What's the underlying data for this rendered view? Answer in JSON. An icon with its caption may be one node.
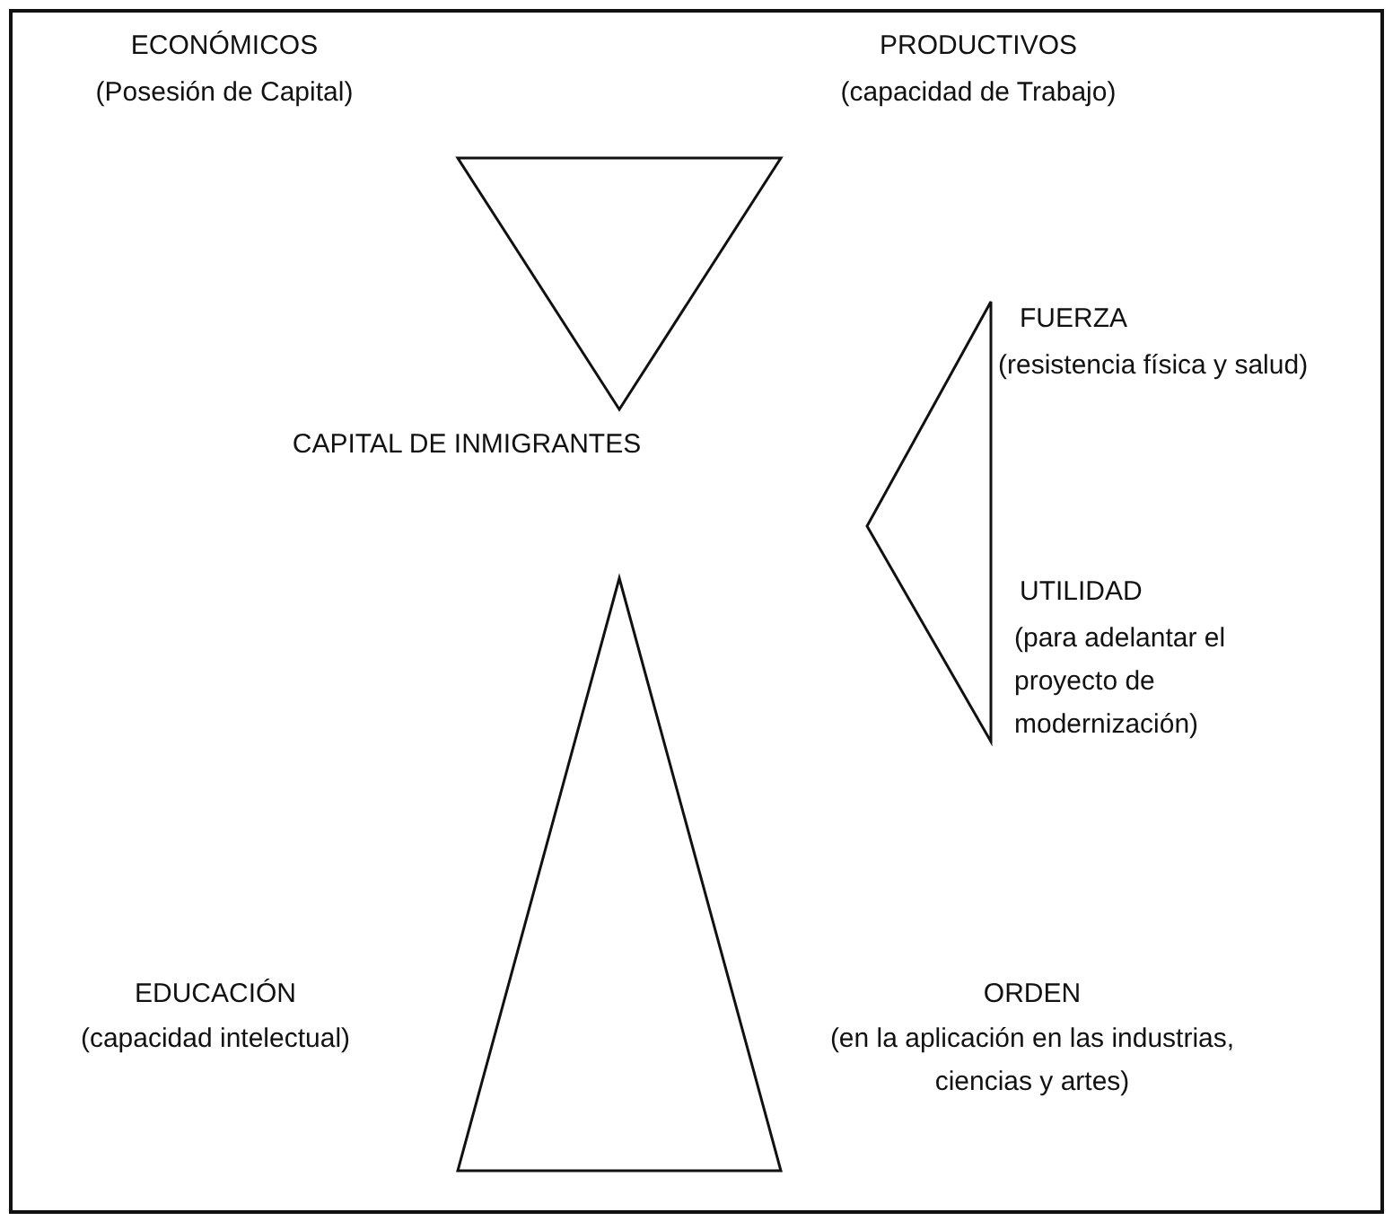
{
  "diagram": {
    "nodes": [
      {
        "text": [],
        "shape": "triangle"
      },
      {
        "text": [],
        "shape": "triangle"
      },
      {
        "text": [],
        "shape": "triangle"
      }
    ],
    "labels": [
      "ECONÓMICOS",
      "(Posesión de Capital)",
      "PRODUCTIVOS",
      "(capacidad de Trabajo)",
      "FUERZA",
      "(resistencia física y salud)",
      "CAPITAL DE INMIGRANTES",
      "UTILIDAD",
      "(para adelantar el proyecto de modernización)",
      "EDUCACIÓN",
      "(capacidad intelectual)",
      "ORDEN",
      "(en la aplicación en las industrias, ciencias y artes)"
    ]
  }
}
